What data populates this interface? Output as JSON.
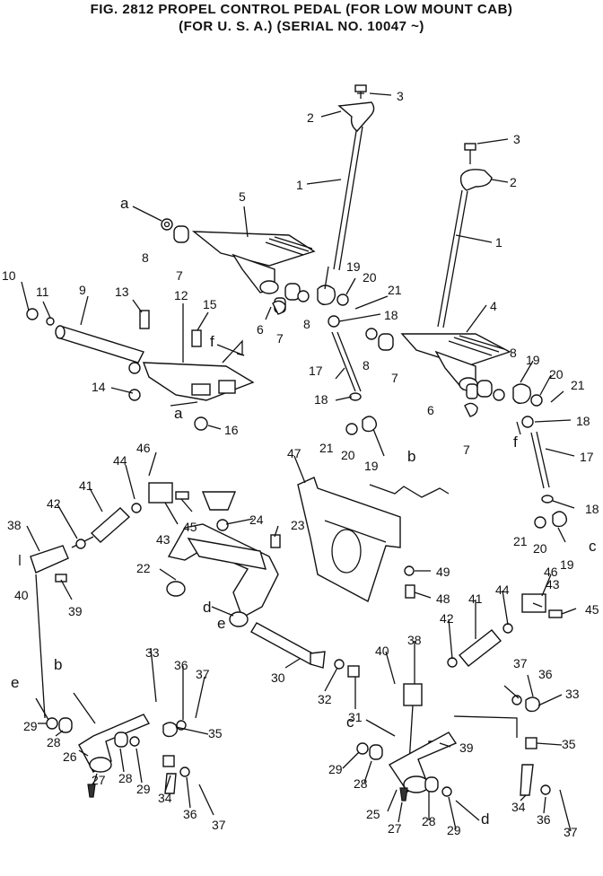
{
  "title_line1": "FIG. 2812   PROPEL CONTROL PEDAL (FOR LOW MOUNT CAB)",
  "title_line2": "(FOR U. S. A.) (SERIAL NO. 10047 ~)",
  "callouts": [
    {
      "id": "c1",
      "text": "3"
    },
    {
      "id": "c2",
      "text": "2"
    },
    {
      "id": "c3",
      "text": "3"
    },
    {
      "id": "c4",
      "text": "2"
    },
    {
      "id": "c5",
      "text": "1"
    },
    {
      "id": "c6",
      "text": "1"
    },
    {
      "id": "c7",
      "text": "a"
    },
    {
      "id": "c8",
      "text": "5"
    },
    {
      "id": "c9",
      "text": "8"
    },
    {
      "id": "c10",
      "text": "7"
    },
    {
      "id": "c11",
      "text": "10"
    },
    {
      "id": "c12",
      "text": "11"
    },
    {
      "id": "c13",
      "text": "9"
    },
    {
      "id": "c14",
      "text": "13"
    },
    {
      "id": "c15",
      "text": "12"
    },
    {
      "id": "c16",
      "text": "15"
    },
    {
      "id": "c17",
      "text": "f"
    },
    {
      "id": "c18",
      "text": "14"
    },
    {
      "id": "c19",
      "text": "a"
    },
    {
      "id": "c20",
      "text": "16"
    },
    {
      "id": "c21",
      "text": "6"
    },
    {
      "id": "c22",
      "text": "7"
    },
    {
      "id": "c23",
      "text": "8"
    },
    {
      "id": "c24",
      "text": "19"
    },
    {
      "id": "c25",
      "text": "20"
    },
    {
      "id": "c26",
      "text": "21"
    },
    {
      "id": "c27",
      "text": "18"
    },
    {
      "id": "c28",
      "text": "4"
    },
    {
      "id": "c29",
      "text": "8"
    },
    {
      "id": "c30",
      "text": "7"
    },
    {
      "id": "c31",
      "text": "17"
    },
    {
      "id": "c32",
      "text": "18"
    },
    {
      "id": "c33",
      "text": "8"
    },
    {
      "id": "c34",
      "text": "19"
    },
    {
      "id": "c35",
      "text": "20"
    },
    {
      "id": "c36",
      "text": "21"
    },
    {
      "id": "c37",
      "text": "6"
    },
    {
      "id": "c38",
      "text": "18"
    },
    {
      "id": "c39",
      "text": "7"
    },
    {
      "id": "c40",
      "text": "f"
    },
    {
      "id": "c41",
      "text": "17"
    },
    {
      "id": "c42",
      "text": "21"
    },
    {
      "id": "c43",
      "text": "20"
    },
    {
      "id": "c44",
      "text": "19"
    },
    {
      "id": "c45",
      "text": "b"
    },
    {
      "id": "c46",
      "text": "18"
    },
    {
      "id": "c47",
      "text": "21"
    },
    {
      "id": "c48",
      "text": "20"
    },
    {
      "id": "c49",
      "text": "19"
    },
    {
      "id": "c50",
      "text": "c"
    },
    {
      "id": "c51",
      "text": "46"
    },
    {
      "id": "c52",
      "text": "44"
    },
    {
      "id": "c53",
      "text": "41"
    },
    {
      "id": "c54",
      "text": "42"
    },
    {
      "id": "c55",
      "text": "38"
    },
    {
      "id": "c56",
      "text": "43"
    },
    {
      "id": "c57",
      "text": "45"
    },
    {
      "id": "c58",
      "text": "47"
    },
    {
      "id": "c59",
      "text": "24"
    },
    {
      "id": "c60",
      "text": "23"
    },
    {
      "id": "c61",
      "text": "40"
    },
    {
      "id": "c62",
      "text": "39"
    },
    {
      "id": "c63",
      "text": "22"
    },
    {
      "id": "c64",
      "text": "d"
    },
    {
      "id": "c65",
      "text": "e"
    },
    {
      "id": "c66",
      "text": "49"
    },
    {
      "id": "c67",
      "text": "48"
    },
    {
      "id": "c68",
      "text": "46"
    },
    {
      "id": "c69",
      "text": "43"
    },
    {
      "id": "c70",
      "text": "45"
    },
    {
      "id": "c71",
      "text": "44"
    },
    {
      "id": "c72",
      "text": "41"
    },
    {
      "id": "c73",
      "text": "42"
    },
    {
      "id": "c74",
      "text": "38"
    },
    {
      "id": "c75",
      "text": "40"
    },
    {
      "id": "c76",
      "text": "30"
    },
    {
      "id": "c77",
      "text": "32"
    },
    {
      "id": "c78",
      "text": "31"
    },
    {
      "id": "c79",
      "text": "b"
    },
    {
      "id": "c80",
      "text": "33"
    },
    {
      "id": "c81",
      "text": "36"
    },
    {
      "id": "c82",
      "text": "37"
    },
    {
      "id": "c83",
      "text": "e"
    },
    {
      "id": "c84",
      "text": "29"
    },
    {
      "id": "c85",
      "text": "28"
    },
    {
      "id": "c86",
      "text": "26"
    },
    {
      "id": "c87",
      "text": "35"
    },
    {
      "id": "c88",
      "text": "27"
    },
    {
      "id": "c89",
      "text": "28"
    },
    {
      "id": "c90",
      "text": "29"
    },
    {
      "id": "c91",
      "text": "34"
    },
    {
      "id": "c92",
      "text": "36"
    },
    {
      "id": "c93",
      "text": "37"
    },
    {
      "id": "c94",
      "text": "39"
    },
    {
      "id": "c95",
      "text": "37"
    },
    {
      "id": "c96",
      "text": "36"
    },
    {
      "id": "c97",
      "text": "33"
    },
    {
      "id": "c98",
      "text": "c"
    },
    {
      "id": "c99",
      "text": "35"
    },
    {
      "id": "c100",
      "text": "29"
    },
    {
      "id": "c101",
      "text": "28"
    },
    {
      "id": "c102",
      "text": "25"
    },
    {
      "id": "c103",
      "text": "27"
    },
    {
      "id": "c104",
      "text": "28"
    },
    {
      "id": "c105",
      "text": "29"
    },
    {
      "id": "c106",
      "text": "d"
    },
    {
      "id": "c107",
      "text": "34"
    },
    {
      "id": "c108",
      "text": "36"
    },
    {
      "id": "c109",
      "text": "37"
    }
  ]
}
